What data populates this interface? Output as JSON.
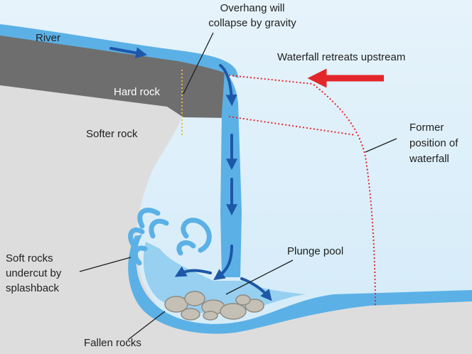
{
  "labels": {
    "river": "River",
    "overhang_line1": "Overhang will",
    "overhang_line2": "collapse by gravity",
    "retreats": "Waterfall retreats upstream",
    "hard_rock": "Hard rock",
    "softer_rock": "Softer rock",
    "former_line1": "Former",
    "former_line2": "position of",
    "former_line3": "waterfall",
    "plunge_pool": "Plunge pool",
    "soft_rocks_line1": "Soft rocks",
    "soft_rocks_line2": "undercut by",
    "soft_rocks_line3": "splashback",
    "fallen_rocks": "Fallen rocks"
  },
  "colors": {
    "sky": "#dbeef9",
    "water": "#5bb1e6",
    "water_light": "#8ccaee",
    "flow_arrow": "#1d57a8",
    "soft_rock": "#dedddd",
    "hard_rock": "#6e6e6e",
    "retreat_arrow": "#e3262a",
    "former_outline": "#e3262a",
    "collapse_line": "#e6b83a",
    "pebble": "#bdbab2",
    "leader_line": "#1f1f1f"
  }
}
